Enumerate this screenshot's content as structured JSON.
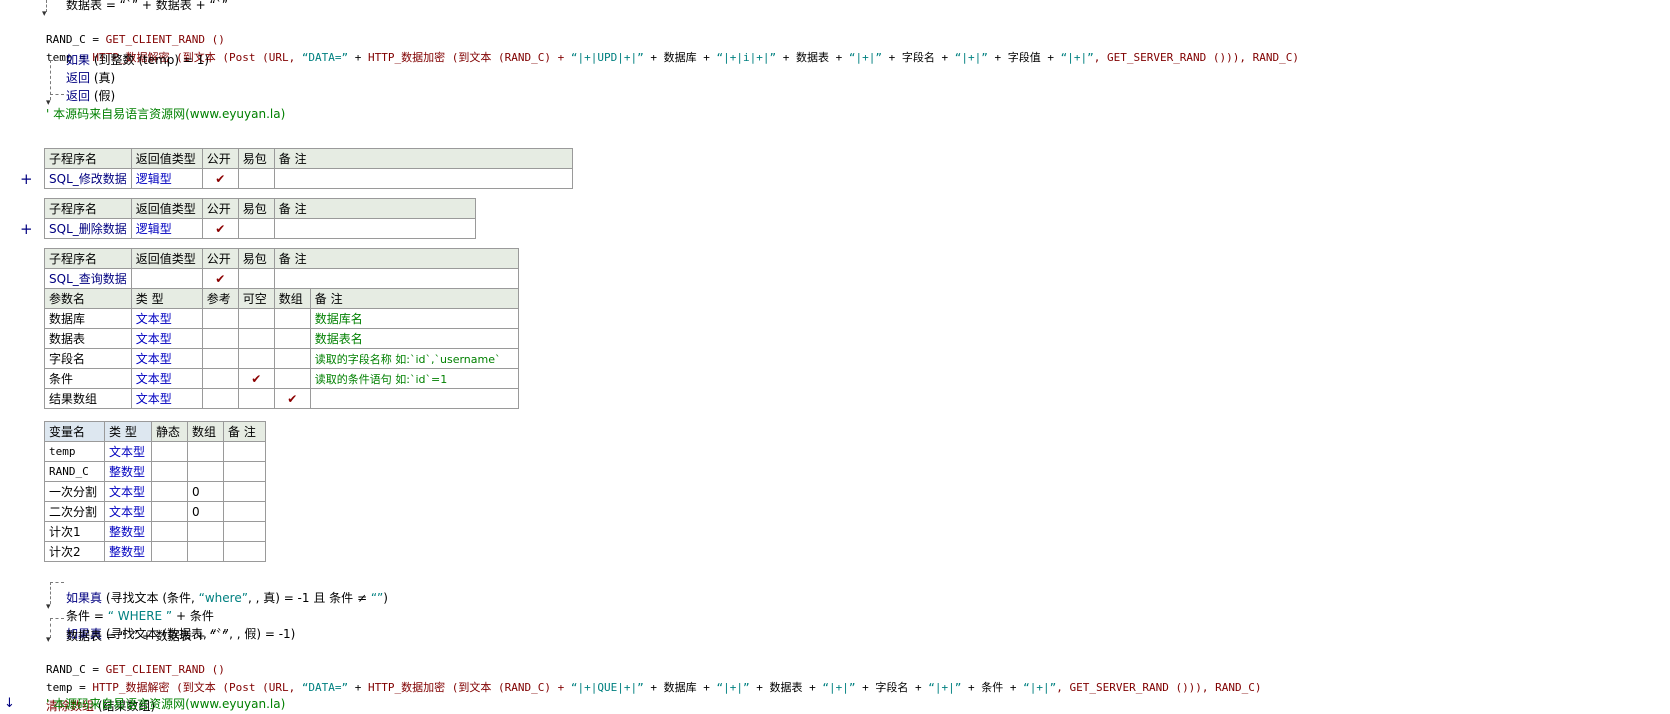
{
  "code_top": {
    "l1": "数据表 = “`” + 数据表 + “`”",
    "l2_var": "RAND_C",
    "l2_eq": " = ",
    "l2_fn": "GET_CLIENT_RAND ()",
    "l3_a": "temp = ",
    "l3_fn1": "HTTP_数据解密 (到文本 (Post (URL, ",
    "l3_s1": "“DATA=”",
    "l3_b": " + ",
    "l3_fn2": "HTTP_数据加密 (到文本 (RAND_C) + ",
    "l3_s2": "“|+|UPD|+|”",
    "l3_c": " + 数据库 + ",
    "l3_s3": "“|+|i|+|”",
    "l3_d": " + 数据表 + ",
    "l3_s4": "“|+|”",
    "l3_e": " + 字段名 + ",
    "l3_s5": "“|+|”",
    "l3_f": " + 字段值 + ",
    "l3_s6": "“|+|”",
    "l3_g": ", GET_SERVER_RAND ())), RAND_C)",
    "l4_kw": "如果",
    "l4_rest": " (到整数 (temp) = 1)",
    "l5_kw": "返回",
    "l5_rest": " (真)",
    "l6_kw": "返回",
    "l6_rest": " (假)",
    "l7": "' 本源码来自易语言资源网(www.eyuyan.la)"
  },
  "headers": {
    "sub_name": "子程序名",
    "ret_type": "返回值类型",
    "public": "公开",
    "easy_pkg": "易包",
    "note": "备 注",
    "param_name": "参数名",
    "type": "类 型",
    "ref": "参考",
    "nullable": "可空",
    "array": "数组",
    "var_name": "变量名",
    "static": "静态"
  },
  "check": "✔",
  "sub1": {
    "name": "SQL_修改数据",
    "ret": "逻辑型"
  },
  "sub2": {
    "name": "SQL_删除数据",
    "ret": "逻辑型"
  },
  "sub3": {
    "name": "SQL_查询数据",
    "params": [
      {
        "name": "数据库",
        "type": "文本型",
        "note": "数据库名"
      },
      {
        "name": "数据表",
        "type": "文本型",
        "note": "数据表名"
      },
      {
        "name": "字段名",
        "type": "文本型",
        "note": "读取的字段名称 如:`id`,`username`"
      },
      {
        "name": "条件",
        "type": "文本型",
        "note": "读取的条件语句  如:`id`=1"
      },
      {
        "name": "结果数组",
        "type": "文本型",
        "note": ""
      }
    ],
    "vars": [
      {
        "name": "temp",
        "type": "文本型",
        "array": ""
      },
      {
        "name": "RAND_C",
        "type": "整数型",
        "array": ""
      },
      {
        "name": "一次分割",
        "type": "文本型",
        "array": "0"
      },
      {
        "name": "二次分割",
        "type": "文本型",
        "array": "0"
      },
      {
        "name": "计次1",
        "type": "整数型",
        "array": ""
      },
      {
        "name": "计次2",
        "type": "整数型",
        "array": ""
      }
    ]
  },
  "code_bottom": {
    "b1_kw": "如果真",
    "b1_a": " (寻找文本 (条件, ",
    "b1_s": "“where”",
    "b1_b": ", , 真) = -1 且 条件 ≠ ",
    "b1_s2": "“”",
    "b1_c": ")",
    "b2_a": "条件 = ",
    "b2_s": "“ WHERE ”",
    "b2_b": " + 条件",
    "b3_kw": "如果真",
    "b3_rest": " (寻找文本 (数据表, “`”, , 假) = -1)",
    "b4": "数据表 = “`” + 数据表 + “`”",
    "b5_var": "RAND_C = ",
    "b5_fn": "GET_CLIENT_RAND ()",
    "b6_a": "temp = ",
    "b6_fn1": "HTTP_数据解密 (到文本 (Post (URL, ",
    "b6_s1": "“DATA=”",
    "b6_b": " + ",
    "b6_fn2": "HTTP_数据加密 (到文本 (RAND_C) + ",
    "b6_s2": "“|+|QUE|+|”",
    "b6_c": " + 数据库 + ",
    "b6_s3": "“|+|”",
    "b6_d": " + 数据表 + ",
    "b6_s4": "“|+|”",
    "b6_e": " + 字段名 + ",
    "b6_s5": "“|+|”",
    "b6_f": " + 条件 + ",
    "b6_s6": "“|+|”",
    "b6_g": ", GET_SERVER_RAND ())), RAND_C)",
    "b7_fn": "清除数组",
    "b7_rest": " (结果数组)",
    "b8": "' 本源码来自易语言资源网(www.eyuyan.la)"
  },
  "colors": {
    "keyword": "#000080",
    "function": "#800000",
    "string": "#008080",
    "comment": "#008000",
    "table_header": "#e6ece3"
  }
}
